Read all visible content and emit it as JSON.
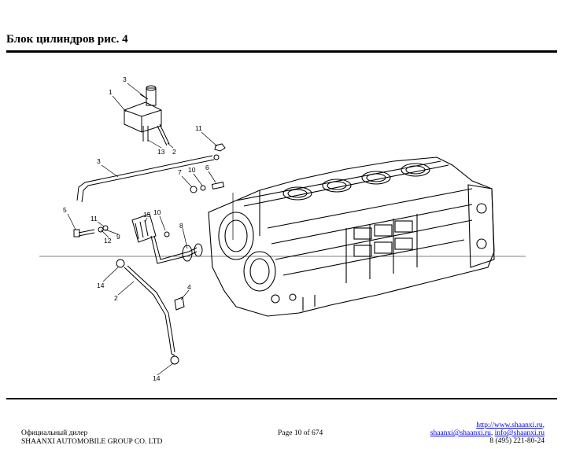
{
  "header": {
    "title": "Блок цилиндров рис. 4"
  },
  "callouts": [
    {
      "id": "c3a",
      "text": "3"
    },
    {
      "id": "c1",
      "text": "1"
    },
    {
      "id": "c13",
      "text": "13"
    },
    {
      "id": "c2a",
      "text": "2"
    },
    {
      "id": "c11a",
      "text": "11"
    },
    {
      "id": "c3b",
      "text": "3"
    },
    {
      "id": "c7",
      "text": "7"
    },
    {
      "id": "c10a",
      "text": "10"
    },
    {
      "id": "c6",
      "text": "6"
    },
    {
      "id": "c5",
      "text": "5"
    },
    {
      "id": "c11b",
      "text": "11"
    },
    {
      "id": "c10b",
      "text": "10"
    },
    {
      "id": "c15",
      "text": "15"
    },
    {
      "id": "c8",
      "text": "8"
    },
    {
      "id": "c12",
      "text": "12"
    },
    {
      "id": "c9",
      "text": "9"
    },
    {
      "id": "c14a",
      "text": "14"
    },
    {
      "id": "c2b",
      "text": "2"
    },
    {
      "id": "c4",
      "text": "4"
    },
    {
      "id": "c14b",
      "text": "14"
    }
  ],
  "footer": {
    "dealer_line1": "Официальный дилер",
    "dealer_line2": "SHAANXI AUTOMOBILE GROUP CO. LTD",
    "page": "Page 10 of 674",
    "website": "http://www.shaanxi.ru",
    "website_suffix": ",",
    "email1": "shaanxi@shaanxi.ru",
    "email_separator": ", ",
    "email2": "info@shaanxi.ru",
    "phone": "8 (495) 221-80-24"
  }
}
